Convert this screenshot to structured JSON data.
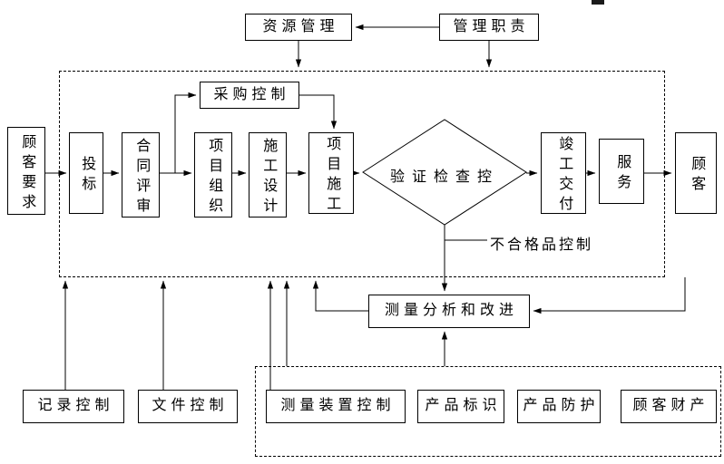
{
  "colors": {
    "background": "#ffffff",
    "stroke": "#000000"
  },
  "top_row": {
    "resource_mgmt": "资源管理",
    "mgmt_duty": "管理职责"
  },
  "main_process": {
    "customer_req": "顾客要求",
    "bidding": "投标",
    "contract_review": "合同评审",
    "procurement_control": "采购控制",
    "project_org": "项目组织",
    "construction_design": "施工设计",
    "project_construction": "项目施工",
    "verification_check": "验证检查控",
    "completion_delivery": "竣工交付",
    "service": "服务",
    "customer": "顾客",
    "nonconforming_control": "不合格品控制"
  },
  "support_process": {
    "measurement_improvement": "测量分析和改进",
    "record_control": "记录控制",
    "document_control": "文件控制",
    "measuring_device_control": "测量装置控制",
    "product_identification": "产品标识",
    "product_protection": "产品防护",
    "customer_property": "顾客财产"
  }
}
